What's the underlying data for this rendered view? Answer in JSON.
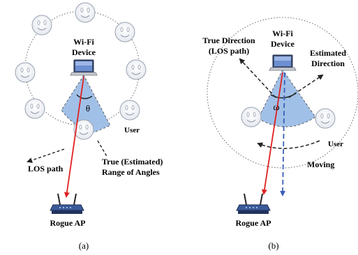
{
  "panel_a": {
    "device_label_line1": "Wi-Fi",
    "device_label_line2": "Device",
    "angle_symbol": "θ",
    "user_label": "User",
    "los_label": "LOS path",
    "range_label_line1": "True (Estimated)",
    "range_label_line2": "Range of Angles",
    "ap_label": "Rogue AP",
    "caption": "(a)"
  },
  "panel_b": {
    "device_label_line1": "Wi-Fi",
    "device_label_line2": "Device",
    "true_dir_line1": "True Direction",
    "true_dir_line2": "(LOS path)",
    "est_dir_line1": "Estimated",
    "est_dir_line2": "Direction",
    "angle_symbol": "ω",
    "user_label": "User",
    "moving_label": "Moving",
    "ap_label": "Rogue AP",
    "caption": "(b)"
  },
  "colors": {
    "sector_fill": "#9cbde6",
    "los_arrow": "#e02020",
    "est_arrow": "#3a5fb8",
    "dashed": "#222222"
  },
  "icons": [
    "smiley-face-icon",
    "laptop-icon",
    "router-icon"
  ]
}
